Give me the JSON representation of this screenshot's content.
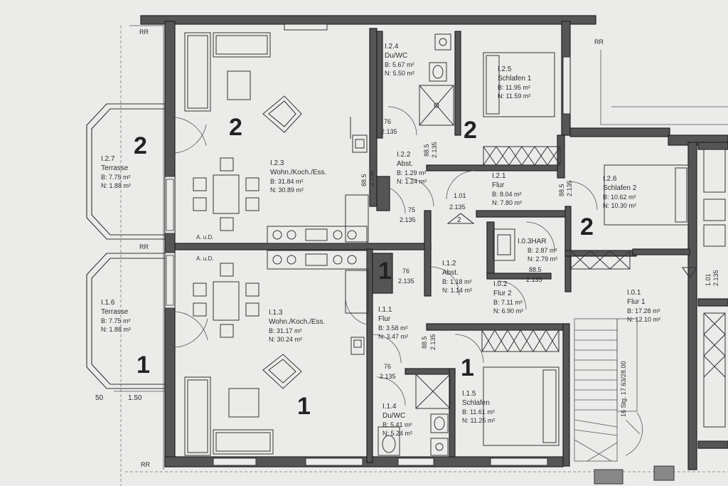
{
  "unit_numbers": [
    {
      "id": "u-top-left",
      "text": "2"
    },
    {
      "id": "u-terrace-top",
      "text": "2"
    },
    {
      "id": "u-top-mid",
      "text": "2"
    },
    {
      "id": "u-top-right",
      "text": "2"
    },
    {
      "id": "u-mid",
      "text": "1"
    },
    {
      "id": "u-terrace-bottom",
      "text": "1"
    },
    {
      "id": "u-bottom-left",
      "text": "1"
    },
    {
      "id": "u-bottom-mid",
      "text": "1"
    }
  ],
  "rooms": [
    {
      "id": "r124",
      "lines": [
        "I.2.4",
        "Du/WC",
        "B:  5.67 m²",
        "N:  5.50 m²"
      ]
    },
    {
      "id": "r125",
      "lines": [
        "I.2.5",
        "Schlafen 1",
        "B:  11.95 m²",
        "N:  11.59 m²"
      ]
    },
    {
      "id": "r127",
      "lines": [
        "I.2.7",
        "Terrasse",
        "B:  7.75 m²",
        "N:  1.88 m²"
      ]
    },
    {
      "id": "r123",
      "lines": [
        "I.2.3",
        "Wohn./Koch./Ess.",
        "B:  31.84 m²",
        "N:  30.89 m²"
      ]
    },
    {
      "id": "r122",
      "lines": [
        "I.2.2",
        "Abst.",
        "B:  1.29 m²",
        "N:  1.24 m²"
      ]
    },
    {
      "id": "r121",
      "lines": [
        "I.2.1",
        "Flur",
        "B:  8.04 m²",
        "N:  7.80 m²"
      ]
    },
    {
      "id": "r126",
      "lines": [
        "I.2.6",
        "Schlafen 2",
        "B:  10.62 m²",
        "N:  10.30 m²"
      ]
    },
    {
      "id": "r103",
      "lines": [
        "I.0.3HAR",
        "B:  2.87 m²",
        "N:  2.79 m²"
      ]
    },
    {
      "id": "r112",
      "lines": [
        "I.1.2",
        "Abst.",
        "B:  1.18 m²",
        "N:  1.14 m²"
      ]
    },
    {
      "id": "r102",
      "lines": [
        "I.0.2",
        "Flur 2",
        "B:  7.11 m²",
        "N:  6.90 m²"
      ]
    },
    {
      "id": "r101",
      "lines": [
        "I.0.1",
        "Flur 1",
        "B:  17.28 m²",
        "N:  12.10 m²"
      ]
    },
    {
      "id": "r116",
      "lines": [
        "I.1.6",
        "Terrasse",
        "B:  7.75 m²",
        "N:  1.88 m²"
      ]
    },
    {
      "id": "r113",
      "lines": [
        "I.1.3",
        "Wohn./Koch./Ess.",
        "B:  31.17 m²",
        "N:  30.24 m²"
      ]
    },
    {
      "id": "r111",
      "lines": [
        "I.1.1",
        "Flur",
        "B:  3.58 m²",
        "N:  3.47 m²"
      ]
    },
    {
      "id": "r114",
      "lines": [
        "I.1.4",
        "Du/WC",
        "B:  5.41 m²",
        "N:  5.24 m²"
      ]
    },
    {
      "id": "r115",
      "lines": [
        "I.1.5",
        "Schlafen",
        "B:  11.61 m²",
        "N:  11.25 m²"
      ]
    }
  ],
  "dimension_labels": [
    {
      "id": "d1",
      "text": "76"
    },
    {
      "id": "d2",
      "text": "2.135"
    },
    {
      "id": "d3",
      "text": "88.5"
    },
    {
      "id": "d4",
      "text": "2.135"
    },
    {
      "id": "d5",
      "text": "88.5"
    },
    {
      "id": "d6",
      "text": "2.135"
    },
    {
      "id": "d7",
      "text": "75"
    },
    {
      "id": "d8",
      "text": "2.135"
    },
    {
      "id": "d9",
      "text": "1.01"
    },
    {
      "id": "d10",
      "text": "2.135"
    },
    {
      "id": "d11",
      "text": "88.5"
    },
    {
      "id": "d12",
      "text": "2.135"
    },
    {
      "id": "d13",
      "text": "88.5"
    },
    {
      "id": "d14",
      "text": "2.135"
    },
    {
      "id": "d15",
      "text": "76"
    },
    {
      "id": "d16",
      "text": "2.135"
    },
    {
      "id": "d17",
      "text": "88.5"
    },
    {
      "id": "d18",
      "text": "2.135"
    },
    {
      "id": "d19",
      "text": "76"
    },
    {
      "id": "d20",
      "text": "2.135"
    },
    {
      "id": "d21",
      "text": "1.01"
    },
    {
      "id": "d22",
      "text": "2.135"
    },
    {
      "id": "d23",
      "text": "50"
    },
    {
      "id": "d24",
      "text": "1.50"
    }
  ],
  "misc_labels": [
    {
      "id": "rr1",
      "text": "RR"
    },
    {
      "id": "rr2",
      "text": "RR"
    },
    {
      "id": "rr3",
      "text": "RR"
    },
    {
      "id": "rr4",
      "text": "RR"
    },
    {
      "id": "au1",
      "text": "A. u.D."
    },
    {
      "id": "au2",
      "text": "A. u.D."
    },
    {
      "id": "stairs",
      "text": "16 Stg. 17.63/28.00"
    },
    {
      "id": "n2",
      "text": "2"
    }
  ]
}
